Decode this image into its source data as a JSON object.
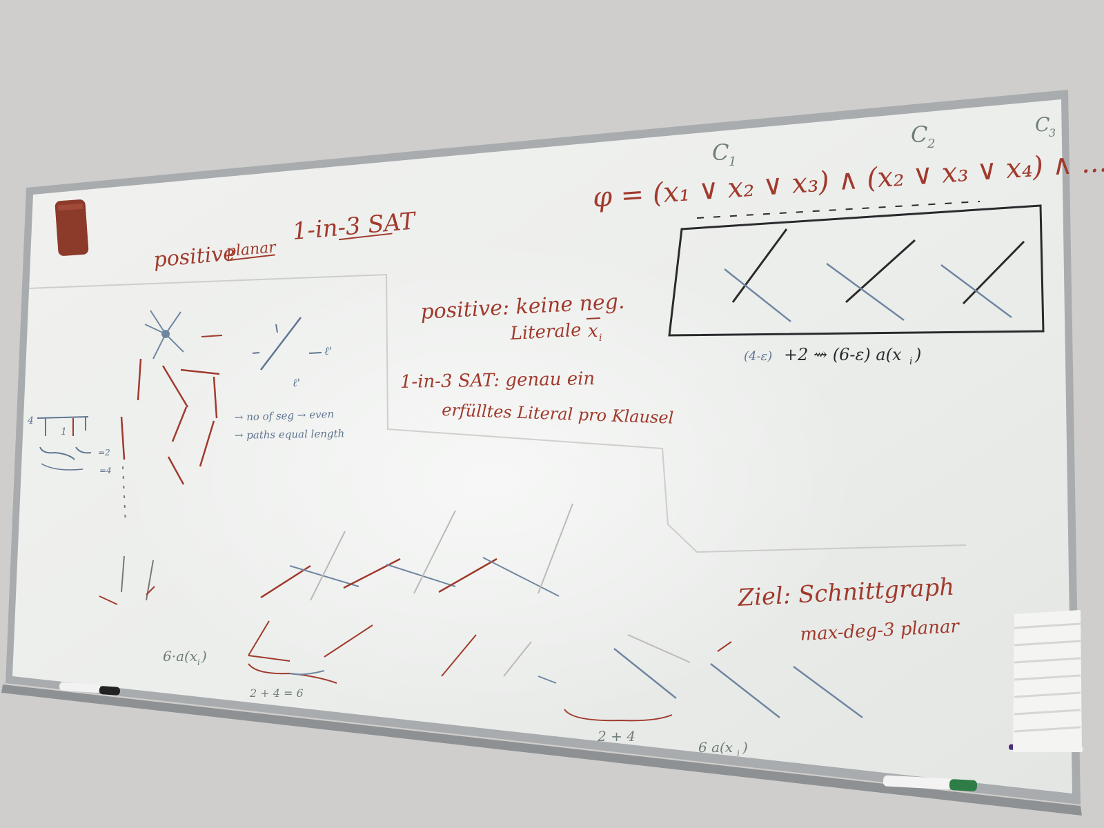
{
  "board": {
    "title": {
      "positive": "positive",
      "planar": "planar",
      "sat": "1-in-3 SAT"
    },
    "definitions": {
      "positive_line1": "positive: keine neg.",
      "positive_line2": "Literale",
      "positive_literal": "x",
      "positive_literal_sub": "i",
      "sat_line1": "1-in-3 SAT: genau ein",
      "sat_line2": "erfülltes Literal pro Klausel"
    },
    "formula": {
      "clause1_label": "C",
      "clause1_sub": "1",
      "clause2_label": "C",
      "clause2_sub": "2",
      "clause3_label": "C",
      "clause3_sub": "3",
      "text": "φ = (x₁ ∨ x₂ ∨ x₃) ∧ (x₂ ∨ x₃ ∨ x₄) ∧ ..."
    },
    "box_caption": {
      "part1": "(4-ε)",
      "part2": "+2 ⇝ (6-ε) a(x",
      "part2_sub": "i",
      "part2_end": ")"
    },
    "sketch_notes": {
      "note_segments": "→ no of seg → even",
      "note_paths": "→ paths equal length",
      "label_l1": "ℓ'",
      "label_l2": "ℓ'",
      "num_4": "4",
      "num_1": "1",
      "brace_2": "=2",
      "brace_4": "=4"
    },
    "goal": {
      "line1": "Ziel: Schnittgraph",
      "line2": "max-deg-3 planar"
    },
    "bottom_labels": {
      "left_sum": "6·a(x",
      "left_sum_sub": "i",
      "left_sum_end": ")",
      "left_brace": "2 + 4 = 6",
      "right_brace": "2 + 4",
      "right_sum": "6 a(x",
      "right_sum_sub": "i",
      "right_sum_end": ")"
    }
  },
  "colors": {
    "board": "#eef0ee",
    "frame": "#a9acae",
    "marker_red": "#a03a2c",
    "marker_black": "#2a2a2c",
    "marker_green": "#6f7d78",
    "marker_blue": "#5f7590",
    "eraser": "#8c3a2a",
    "marker_cap": "#2e7d46"
  }
}
